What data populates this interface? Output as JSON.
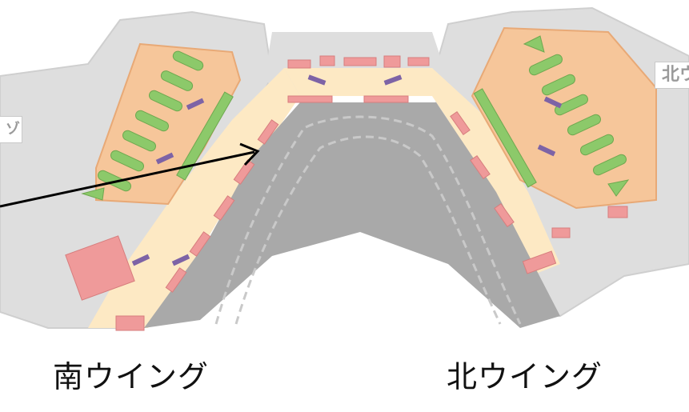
{
  "labels": {
    "south_wing": "南ウイング",
    "north_wing": "北ウイング"
  },
  "edge_signs": {
    "right": "北ウ",
    "left": "ゾ"
  },
  "colors": {
    "background": "#ffffff",
    "floor_base": "#dcdcdc",
    "building_outline": "#cfcfcf",
    "concourse": "#fde9c4",
    "gate_area": "#f6c69a",
    "gate_counter_green": "#8cc96a",
    "shop_pink": "#ef9a9a",
    "apron_gray": "#a9a9a9",
    "escalator_purple": "#7d63a6",
    "arrow": "#000000"
  },
  "arrow": {
    "description_visible": false
  }
}
